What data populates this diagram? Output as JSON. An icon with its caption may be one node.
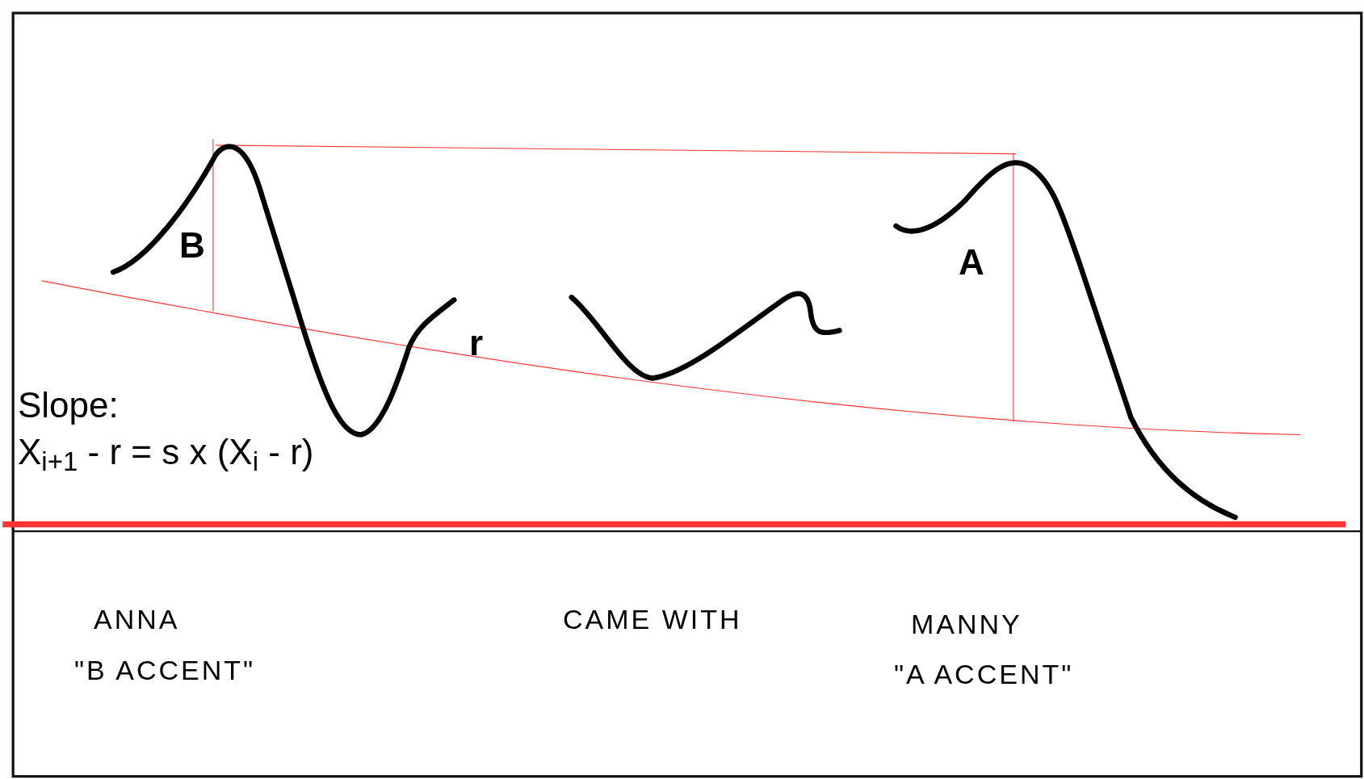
{
  "diagram": {
    "labels": [
      "B",
      "A",
      "r",
      "Slope:",
      "X$_{i+1}$ - r = s x (X$_{i}$ - r)",
      "ANNA",
      "\"B ACCENT\"",
      "CAME WITH",
      "MANNY",
      "\"A ACCENT\""
    ]
  }
}
